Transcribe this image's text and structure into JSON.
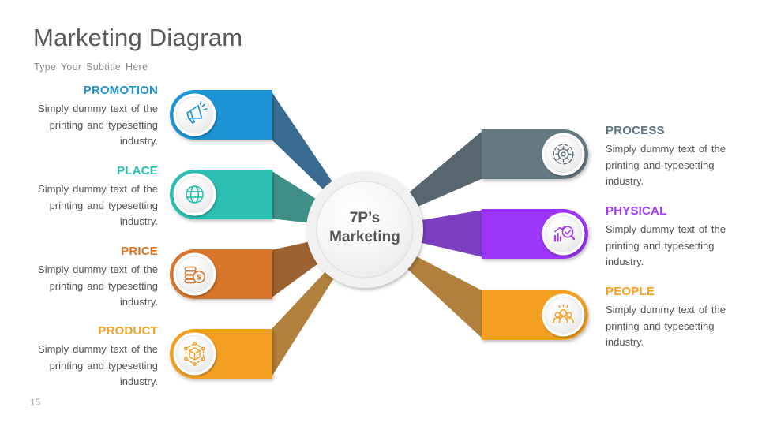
{
  "slide": {
    "title": "Marketing Diagram",
    "subtitle": "Type Your Subtitle Here",
    "page_number": "15"
  },
  "center": {
    "line1": "7P’s",
    "line2": "Marketing",
    "text_color": "#55565a"
  },
  "items": [
    {
      "label": "PROMOTION",
      "text": "Simply dummy text of the printing and typesetting industry.",
      "accent": "#1d93d4",
      "bar": "#1d93d4",
      "beam": "#3a6b90",
      "icon": "megaphone-icon"
    },
    {
      "label": "PLACE",
      "text": "Simply dummy text of the printing and typesetting industry.",
      "accent": "#29bfb1",
      "bar": "#29bfb1",
      "beam": "#3f8f86",
      "icon": "globe-icon"
    },
    {
      "label": "PRICE",
      "text": "Simply dummy text of the printing and typesetting industry.",
      "accent": "#d8752a",
      "bar": "#d8752a",
      "beam": "#9c6231",
      "icon": "coins-icon",
      "glyph": "$"
    },
    {
      "label": "PRODUCT",
      "text": "Simply dummy text of the printing and typesetting industry.",
      "accent": "#f3a021",
      "bar": "#f3a021",
      "beam": "#b0803c",
      "icon": "package-icon"
    },
    {
      "label": "PROCESS",
      "text": "Simply dummy text of the printing and typesetting industry.",
      "accent": "#5e7380",
      "bar": "#667983",
      "beam": "#58676f",
      "icon": "gear-icon"
    },
    {
      "label": "PHYSICAL",
      "text": "Simply dummy text of the printing and typesetting industry.",
      "accent": "#a43cef",
      "bar": "#9c36f8",
      "beam": "#7b3fc0",
      "icon": "analytics-icon"
    },
    {
      "label": "PEOPLE",
      "text": "Simply dummy text of the printing and typesetting industry.",
      "accent": "#f3a021",
      "bar": "#f3a021",
      "beam": "#b0803c",
      "icon": "people-icon"
    }
  ]
}
